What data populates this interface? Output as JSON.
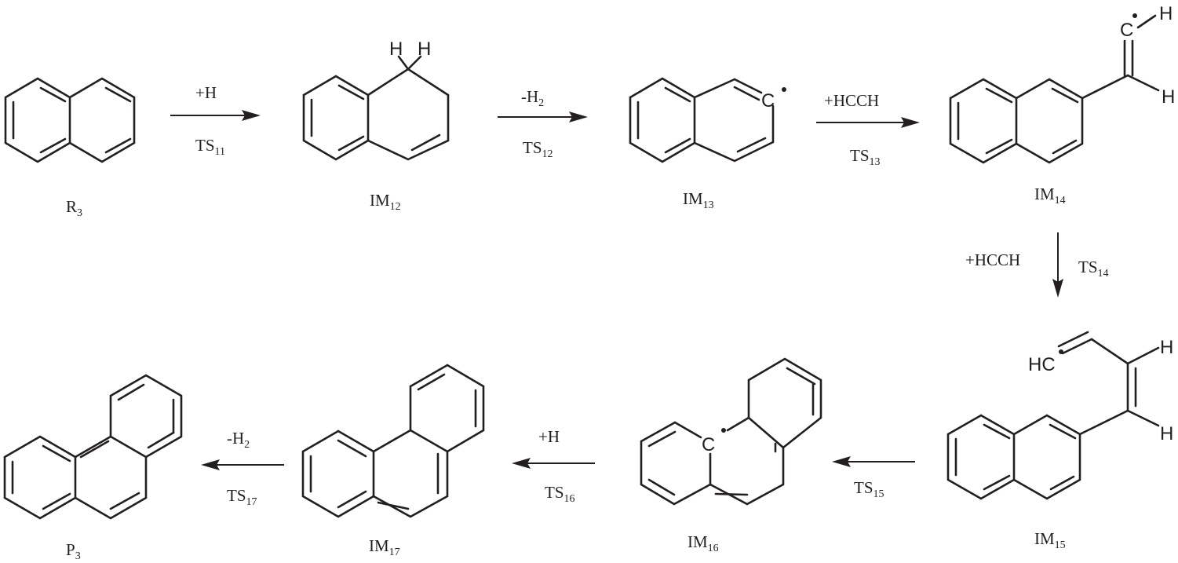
{
  "compounds": {
    "R3": {
      "main": "R",
      "sub": "3"
    },
    "IM12": {
      "main": "IM",
      "sub": "12"
    },
    "IM13": {
      "main": "IM",
      "sub": "13"
    },
    "IM14": {
      "main": "IM",
      "sub": "14"
    },
    "IM15": {
      "main": "IM",
      "sub": "15"
    },
    "IM16": {
      "main": "IM",
      "sub": "16"
    },
    "IM17": {
      "main": "IM",
      "sub": "17"
    },
    "P3": {
      "main": "P",
      "sub": "3"
    }
  },
  "steps": {
    "s1": {
      "reagent": "+H",
      "reagent_sub": "",
      "ts": "TS",
      "ts_sub": "11"
    },
    "s2": {
      "reagent": "-H",
      "reagent_sub": "2",
      "ts": "TS",
      "ts_sub": "12"
    },
    "s3": {
      "reagent": "+HCCH",
      "reagent_sub": "",
      "ts": "TS",
      "ts_sub": "13"
    },
    "s4": {
      "reagent": "+HCCH",
      "reagent_sub": "",
      "ts": "TS",
      "ts_sub": "14"
    },
    "s5": {
      "reagent": "",
      "reagent_sub": "",
      "ts": "TS",
      "ts_sub": "15"
    },
    "s6": {
      "reagent": "+H",
      "reagent_sub": "",
      "ts": "TS",
      "ts_sub": "16"
    },
    "s7": {
      "reagent": "-H",
      "reagent_sub": "2",
      "ts": "TS",
      "ts_sub": "17"
    }
  },
  "atoms": {
    "H": "H",
    "C": "C",
    "HC": "HC"
  }
}
